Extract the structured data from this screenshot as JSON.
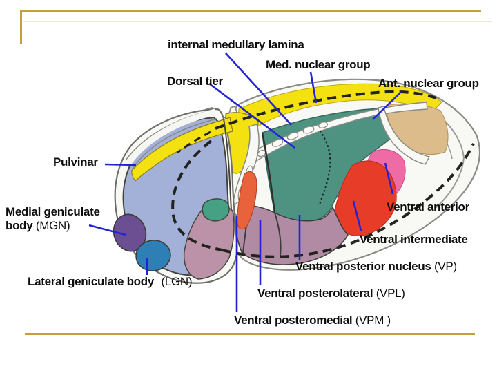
{
  "slide": {
    "type": "anatomy-diagram-slide",
    "subject": "Thalamus nuclear groups (3D cutaway view)"
  },
  "labels": {
    "internal_medullary_lamina": "internal medullary lamina",
    "med_nuclear_group": "Med. nuclear group",
    "dorsal_tier": "Dorsal tier",
    "ant_nuclear_group": "Ant. nuclear group",
    "pulvinar": "Pulvinar",
    "medial_geniculate_line1": "Medial geniculate",
    "medial_geniculate_line2_bold": "body",
    "medial_geniculate_paren": "(MGN)",
    "lateral_geniculate_bold": "Lateral geniculate body",
    "lateral_geniculate_paren": "(LGN)",
    "ventral_anterior": "Ventral anterior",
    "ventral_intermediate": "Ventral intermediate",
    "ventral_posterior_bold": "Ventral posterior nucleus",
    "ventral_posterior_paren": "(VP)",
    "ventral_posterolateral_bold": "Ventral posterolateral",
    "ventral_posterolateral_paren": "(VPL)",
    "ventral_posteromedial_bold": "Ventral posteromedial",
    "ventral_posteromedial_paren": "(VPM )"
  },
  "region_fills": {
    "pulvinar": "lightblue",
    "medial_geniculate_body": "purple",
    "lateral_geniculate_body": "lgnblue",
    "dorsal_tier_band": "yellow",
    "medial_nuclear_group": "green",
    "anterior_nuclear_group": "tan",
    "ventral_anterior": "pink",
    "ventral_intermediate": "red",
    "ventral_posterior": "mauve",
    "ventral_posteromedial_cut": "orange",
    "internal_medullary_lamina": "shell"
  },
  "colors": {
    "accent": "#c3a136",
    "accent_faint": "#efe8cc",
    "label": "#0d0d0d",
    "leader": "#2323d6",
    "yellow": "#f3e112",
    "green": "#4e9381",
    "tan": "#dcbc8a",
    "pink": "#ee6ba6",
    "red": "#e73c27",
    "orange": "#e8623c",
    "mauve": "#b18ba3",
    "mauve_left": "#bb92a7",
    "lightblue": "#a3b0d7",
    "purple": "#6b4f92",
    "lgnblue": "#2e7fb5",
    "shell": "#f8f8f5",
    "outline": "#8a8a85",
    "dark": "#3c3c38"
  }
}
